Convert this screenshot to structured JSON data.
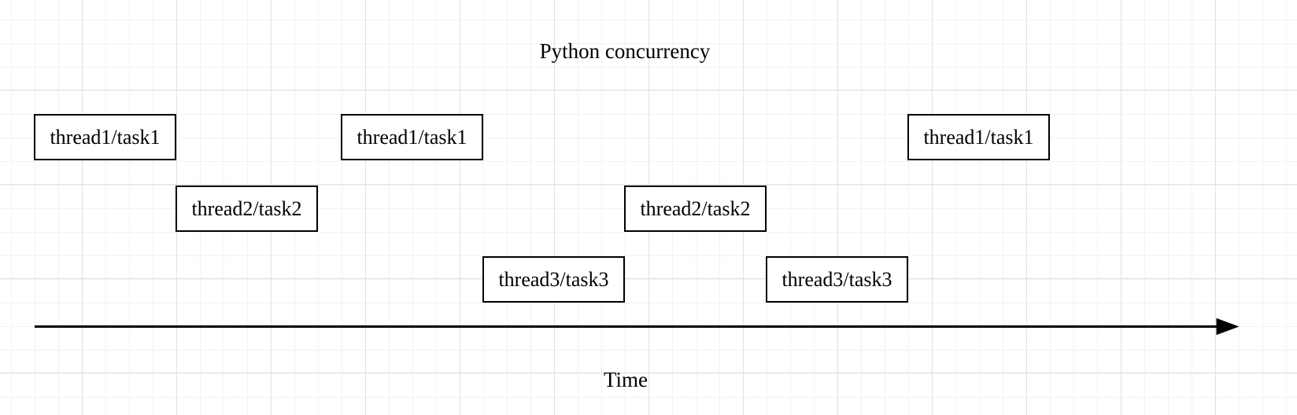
{
  "diagram": {
    "title": "Python concurrency",
    "time_axis_label": "Time",
    "boxes": [
      {
        "label": "thread1/task1",
        "lane": 1,
        "order": 1
      },
      {
        "label": "thread2/task2",
        "lane": 2,
        "order": 2
      },
      {
        "label": "thread1/task1",
        "lane": 1,
        "order": 3
      },
      {
        "label": "thread3/task3",
        "lane": 3,
        "order": 4
      },
      {
        "label": "thread2/task2",
        "lane": 2,
        "order": 5
      },
      {
        "label": "thread3/task3",
        "lane": 3,
        "order": 6
      },
      {
        "label": "thread1/task1",
        "lane": 1,
        "order": 7
      }
    ],
    "axis": {
      "direction": "right"
    },
    "colors": {
      "shape_stroke": "#000000",
      "shape_fill": "#ffffff",
      "canvas_background": "#ffffff",
      "grid_minor": "#f2f2f2",
      "grid_major": "#e2e2e2",
      "text": "#000000"
    }
  }
}
